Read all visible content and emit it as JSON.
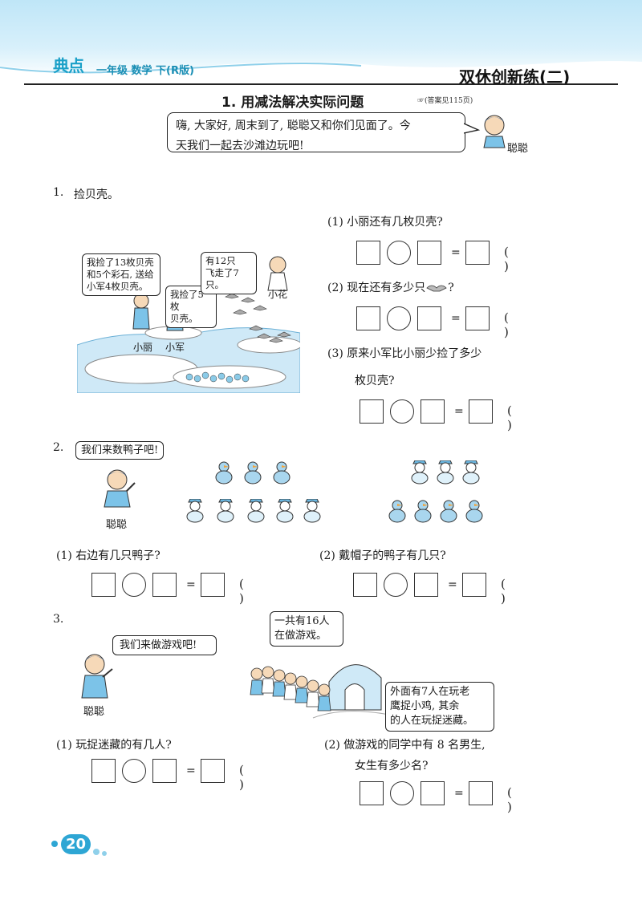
{
  "header": {
    "logo": "典点",
    "grade": "一年级 数学 下(R版)",
    "section": "双休创新练(二)",
    "colors": {
      "band": "#bfe6f7",
      "accent": "#2ea6d4"
    }
  },
  "lesson": {
    "title": "1. 用减法解决实际问题",
    "note": "☞(答案见115页)"
  },
  "intro": {
    "text_line1": "嗨, 大家好, 周末到了, 聪聪又和你们见面了。今",
    "text_line2": "天我们一起去沙滩边玩吧!",
    "speaker": "聪聪"
  },
  "q1": {
    "num": "1.",
    "title": "捡贝壳。",
    "scene": {
      "bubble_xiaoli": [
        "我捡了13枚贝壳",
        "和5个彩石, 送给",
        "小军4枚贝壳。"
      ],
      "bubble_xiaojun": [
        "我捡了5枚",
        "贝壳。"
      ],
      "bubble_xiaohua": [
        "有12只",
        "飞走了7只。"
      ],
      "label_xiaoli": "小丽",
      "label_xiaojun": "小军",
      "label_xiaohua": "小花"
    },
    "sub": [
      {
        "label": "(1) 小丽还有几枚贝壳?"
      },
      {
        "label": "(2) 现在还有多少只",
        "suffix": "?"
      },
      {
        "label": "(3) 原来小军比小丽少捡了多少",
        "line2": "枚贝壳?"
      }
    ]
  },
  "q2": {
    "num": "2.",
    "bubble": "我们来数鸭子吧!",
    "speaker": "聪聪",
    "sub1": "(1) 右边有几只鸭子?",
    "sub2": "(2) 戴帽子的鸭子有几只?"
  },
  "q3": {
    "num": "3.",
    "bubble": "我们来做游戏吧!",
    "speaker": "聪聪",
    "bubble_total": [
      "一共有16人",
      "在做游戏。"
    ],
    "bubble_outside": [
      "外面有7人在玩老",
      "鹰捉小鸡, 其余",
      "的人在玩捉迷藏。"
    ],
    "sub1": "(1) 玩捉迷藏的有几人?",
    "sub2_line1": "(2) 做游戏的同学中有 8 名男生,",
    "sub2_line2": "女生有多少名?"
  },
  "equation": {
    "equals": "=",
    "parens": "( )"
  },
  "footer": {
    "page": "20"
  }
}
